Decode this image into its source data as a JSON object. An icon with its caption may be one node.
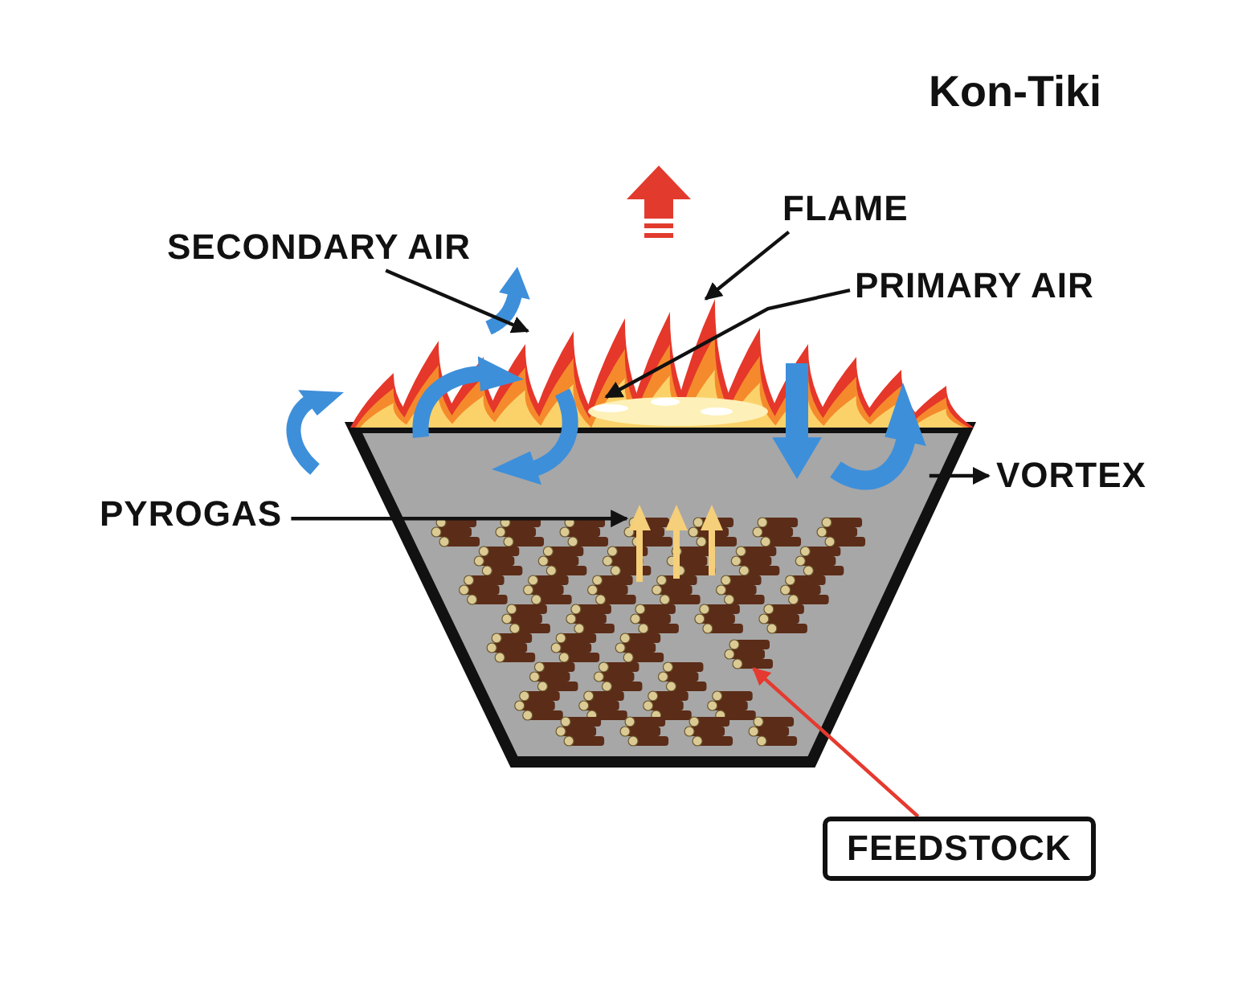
{
  "diagram": {
    "title": "Kon-Tiki",
    "nodes": [
      {
        "text": [
          "SECONDARY AIR"
        ]
      },
      {
        "text": [
          "FLAME"
        ]
      },
      {
        "text": [
          "PRIMARY AIR"
        ]
      },
      {
        "text": [
          "VORTEX"
        ]
      },
      {
        "text": [
          "PYROGAS"
        ]
      },
      {
        "text": [
          "FEEDSTOCK"
        ]
      },
      {
        "text": [],
        "shape": "picture"
      },
      {
        "text": [],
        "shape": "picture"
      },
      {
        "text": [],
        "shape": "picture",
        "in": 7
      },
      {
        "text": [],
        "shape": "picture"
      },
      {
        "text": [],
        "shape": "picture"
      },
      {
        "text": [],
        "shape": "picture"
      }
    ],
    "edges": [
      {
        "from": 0,
        "to": 6,
        "arrow": "to"
      },
      {
        "from": 1,
        "to": 7,
        "arrow": "to"
      },
      {
        "from": 2,
        "to": 8,
        "arrow": "to"
      },
      {
        "from": 9,
        "to": 3,
        "arrow": "to"
      },
      {
        "from": 4,
        "to": 10,
        "arrow": "to"
      },
      {
        "from": 5,
        "to": 11,
        "arrow": "to",
        "color": "#e53a2f"
      }
    ]
  }
}
